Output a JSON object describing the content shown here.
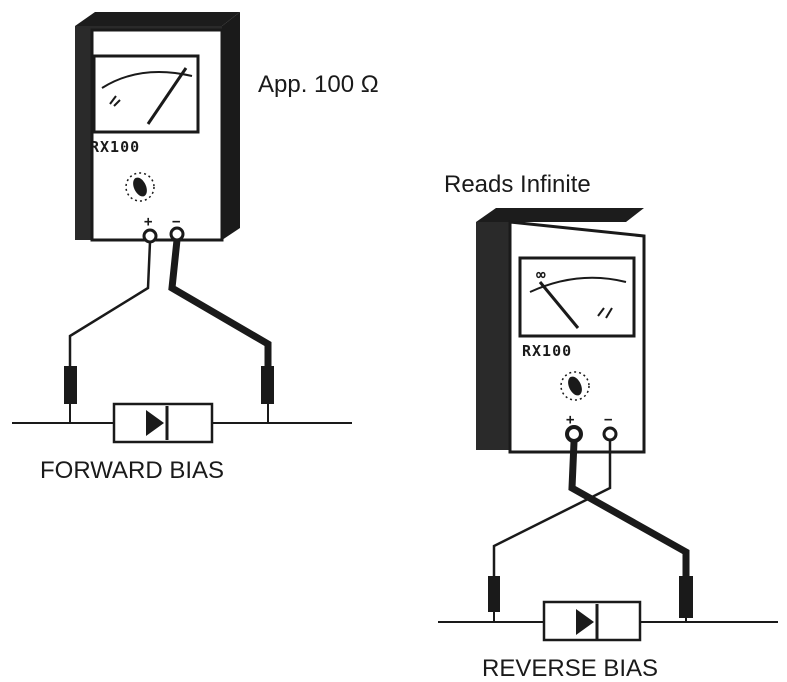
{
  "forward": {
    "reading_label": "App. 100 Ω",
    "meter_range": "RX100",
    "plus": "+",
    "minus": "−",
    "caption": "FORWARD BIAS"
  },
  "reverse": {
    "reading_label": "Reads Infinite",
    "meter_range": "RX100",
    "scale_infinity": "∞",
    "plus": "+",
    "minus": "−",
    "caption": "REVERSE BIAS"
  }
}
